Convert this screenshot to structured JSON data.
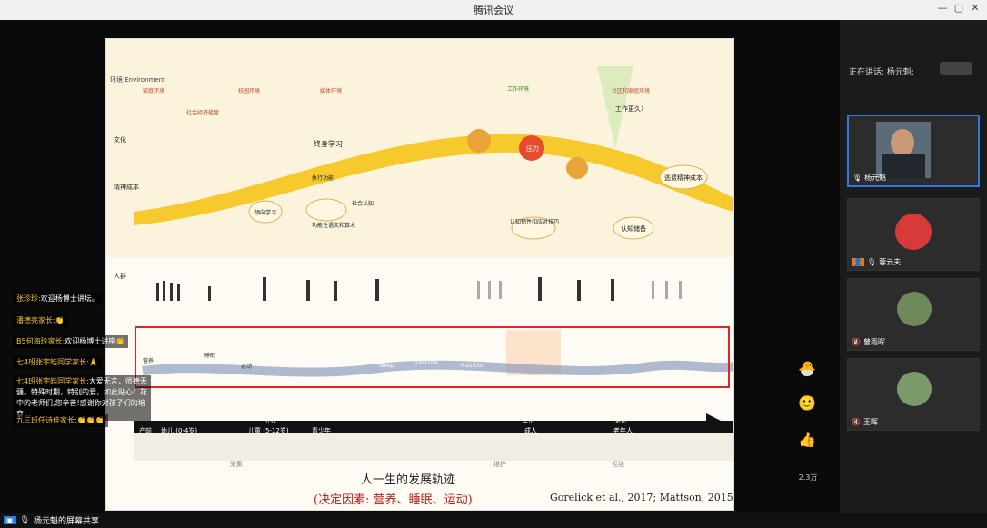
{
  "window": {
    "title": "腾讯会议",
    "controls": [
      "—",
      "▢",
      "✕"
    ]
  },
  "slide": {
    "top_labels": [
      "家庭环境",
      "社会经济梯度",
      "校园环境",
      "媒体环境",
      "工作环境",
      "社区和家庭环境"
    ],
    "left_labels": [
      "环境 Environment",
      "文化",
      "精神成本",
      "人群"
    ],
    "center_nodes": [
      "终身学习",
      "压力",
      "认知韧性和应对技巧",
      "认知储备",
      "逃费精神成本",
      "领向学习",
      "功能性语文和算术",
      "执行功能",
      "社会认知"
    ],
    "top_right": "工作更久?",
    "band_words": [
      "营养",
      "睡眠",
      "运动",
      "Sleep",
      "Exercise",
      "Nutrition"
    ],
    "timeline": {
      "stages": [
        "产前",
        "幼儿 (0-4岁)",
        "儿童 (5-12岁)",
        "青少年",
        "成人",
        "老年人"
      ],
      "sections": [
        "在校",
        "工作",
        "退休"
      ],
      "phases": [
        "采集",
        "维护",
        "拒绝"
      ]
    },
    "caption_title": "人一生的发展轨迹",
    "caption_sub": "(决定因素: 营养、睡眠、运动)",
    "citation": "Gorelick et al., 2017; Mattson, 2015"
  },
  "sidebar": {
    "speaking": "正在讲话: 杨元魁:",
    "participants": [
      {
        "name": "杨元魁",
        "type": "video"
      },
      {
        "name": "蓉云夫",
        "type": "avatar"
      },
      {
        "name": "曾雨晖",
        "type": "avatar"
      },
      {
        "name": "王晖",
        "type": "avatar"
      }
    ]
  },
  "chat": [
    {
      "who": "张珍珍:",
      "msg": "欢迎杨博士讲坛。"
    },
    {
      "who": "潘德亮家长:",
      "msg": "👏"
    },
    {
      "who": "B5何海玲家长:",
      "msg": "欢迎杨博士讲座👏"
    },
    {
      "who": "七4班张宇皓同学家长:",
      "msg": "🙏"
    },
    {
      "who": "七4班张宇皓同学家长:",
      "msg": "大爱无言，师德无疆。特殊时期，特别的爱，如此贴心！花中的老师们,您辛苦!感谢你对孩子们的培育..."
    },
    {
      "who": "九三班任诗佳家长:",
      "msg": "👏👏👏"
    }
  ],
  "reactions": {
    "thumb_count": "2.3万"
  },
  "bottom": {
    "status": "杨元魁的屏幕共享"
  },
  "colors": {
    "accent": "#2f7ae0",
    "highlight": "#e1261c",
    "arrow": "#f5c518"
  }
}
